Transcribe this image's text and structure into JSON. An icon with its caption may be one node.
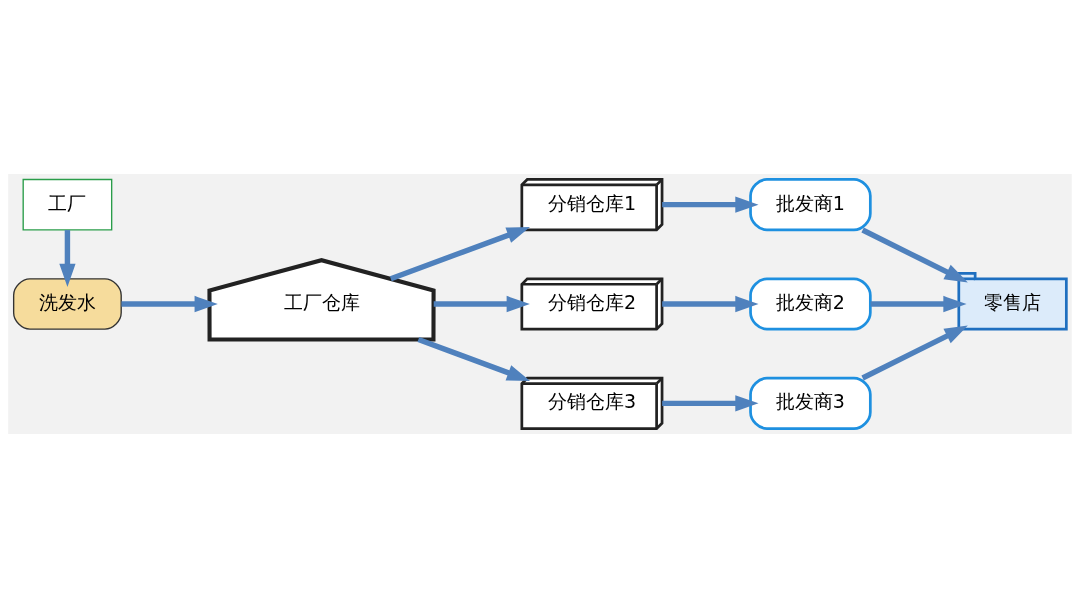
{
  "diagram": {
    "nodes": [
      {
        "text": [
          "洗发水"
        ]
      },
      {
        "text": [
          "工厂"
        ]
      },
      {
        "text": [
          "工厂仓库"
        ]
      },
      {
        "text": [
          "分销仓库1"
        ]
      },
      {
        "text": [
          "分销仓库2"
        ]
      },
      {
        "text": [
          "分销仓库3"
        ]
      },
      {
        "text": [
          "批发商1"
        ]
      },
      {
        "text": [
          "批发商2"
        ]
      },
      {
        "text": [
          "批发商3"
        ]
      },
      {
        "text": [
          "零售店"
        ]
      }
    ],
    "edges": [
      {
        "from": 1,
        "to": 0,
        "arrow": "to"
      },
      {
        "from": 0,
        "to": 2,
        "arrow": "to"
      },
      {
        "from": 2,
        "to": 3,
        "arrow": "to"
      },
      {
        "from": 2,
        "to": 4,
        "arrow": "to"
      },
      {
        "from": 2,
        "to": 5,
        "arrow": "to"
      },
      {
        "from": 3,
        "to": 6,
        "arrow": "to"
      },
      {
        "from": 4,
        "to": 7,
        "arrow": "to"
      },
      {
        "from": 5,
        "to": 8,
        "arrow": "to"
      },
      {
        "from": 6,
        "to": 9,
        "arrow": "to"
      },
      {
        "from": 7,
        "to": 9,
        "arrow": "to"
      },
      {
        "from": 8,
        "to": 9,
        "arrow": "to"
      }
    ]
  }
}
